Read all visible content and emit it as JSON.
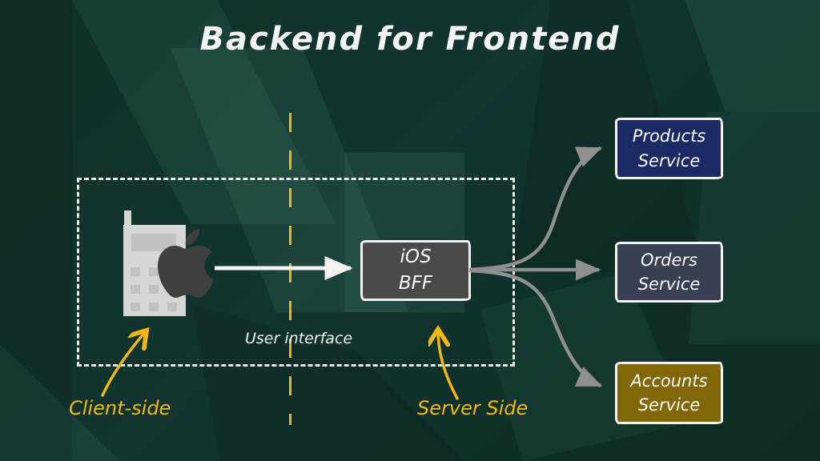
{
  "title": "Backend for Frontend",
  "client_zone": {
    "device": "mobile phone with Apple logo",
    "client_label": "Client-side",
    "boundary_label": "User interface"
  },
  "bff_node": {
    "line1": "iOS",
    "line2": "BFF",
    "server_label": "Server Side"
  },
  "services": [
    {
      "name": "Products Service",
      "line1": "Products",
      "line2": "Service",
      "color": "#1b2a64"
    },
    {
      "name": "Orders Service",
      "line1": "Orders",
      "line2": "Service",
      "color": "#3a4054"
    },
    {
      "name": "Accounts Service",
      "line1": "Accounts",
      "line2": "Service",
      "color": "#826708"
    }
  ],
  "edges": [
    {
      "from": "client-phone",
      "to": "iOS BFF"
    },
    {
      "from": "iOS BFF",
      "to": "Products Service"
    },
    {
      "from": "iOS BFF",
      "to": "Orders Service"
    },
    {
      "from": "iOS BFF",
      "to": "Accounts Service"
    }
  ],
  "colors": {
    "background": "#103129",
    "accent_yellow": "#f3b713",
    "bff_gray": "#4a4a4a",
    "arrow_gray": "#8f8f8f",
    "stroke_white": "#f2f2f0"
  }
}
